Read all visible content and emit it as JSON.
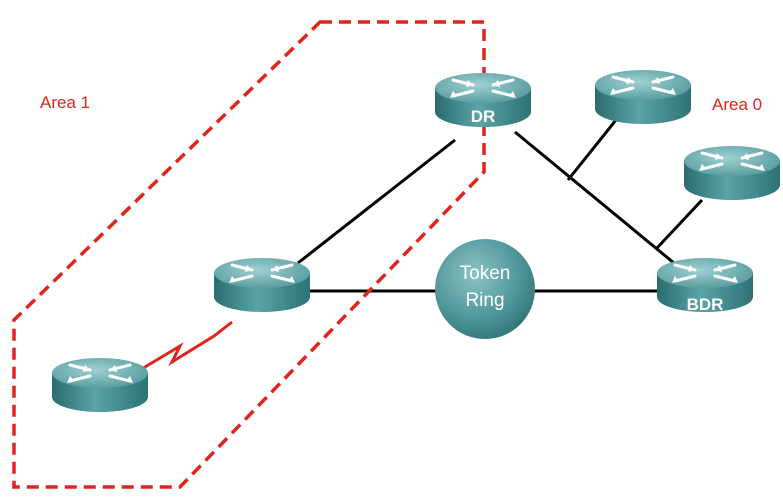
{
  "diagram": {
    "areas": {
      "area1": {
        "label": "Area 1"
      },
      "area0": {
        "label": "Area 0"
      }
    },
    "routers": {
      "dr": {
        "label": "DR"
      },
      "bdr": {
        "label": "BDR"
      }
    },
    "token_ring": {
      "line1": "Token",
      "line2": "Ring"
    },
    "colors": {
      "area_boundary": "#e0241b",
      "serial_link": "#e0241b",
      "ethernet_link": "#000000",
      "router_body": "#3d8a8d",
      "router_top": "#7fb7b9"
    }
  }
}
